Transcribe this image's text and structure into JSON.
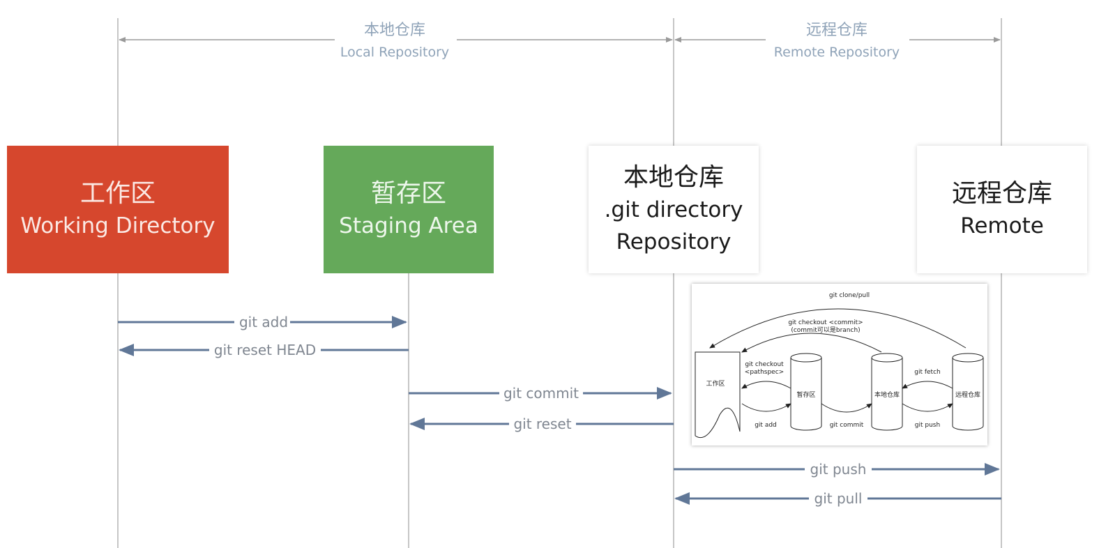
{
  "headers": {
    "local": {
      "zh": "本地仓库",
      "en": "Local Repository"
    },
    "remote": {
      "zh": "远程仓库",
      "en": "Remote Repository"
    }
  },
  "boxes": {
    "working": {
      "zh": "工作区",
      "en": "Working Directory",
      "color": "#d6472d"
    },
    "staging": {
      "zh": "暂存区",
      "en": "Staging Area",
      "color": "#65a95a"
    },
    "local": {
      "zh": "本地仓库",
      "line1": ".git directory",
      "line2": "Repository"
    },
    "remote": {
      "zh": "远程仓库",
      "en": "Remote"
    }
  },
  "operations": {
    "add": "git add",
    "reset_head": "git reset HEAD",
    "commit": "git commit",
    "reset": "git reset",
    "push": "git push",
    "pull": "git pull"
  },
  "inset": {
    "clone_pull": "git clone/pull",
    "checkout_commit_1": "git checkout <commit>",
    "checkout_commit_2": "(commit可以是branch)",
    "checkout_path_1": "git checkout",
    "checkout_path_2": "<pathspec>",
    "fetch": "git fetch",
    "add": "git add",
    "commit": "git commit",
    "push": "git push",
    "work": "工作区",
    "stage": "暂存区",
    "local": "本地仓库",
    "remote": "远程仓库"
  },
  "colors": {
    "arrow": "#607797",
    "header_text": "#8fa3b8"
  }
}
